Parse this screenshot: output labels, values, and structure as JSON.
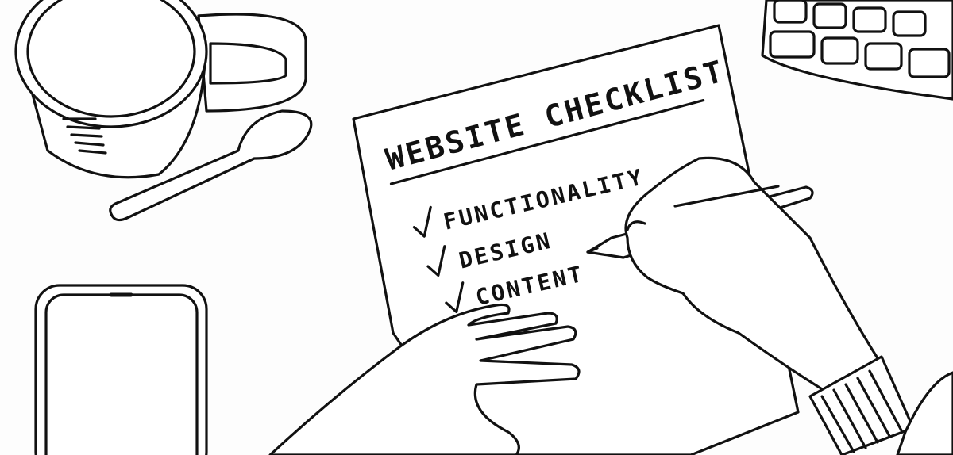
{
  "illustration": {
    "checklist": {
      "title": "WEBSITE CHECKLIST",
      "items": [
        {
          "label": "FUNCTIONALITY",
          "checked": true
        },
        {
          "label": "DESIGN",
          "checked": true
        },
        {
          "label": "CONTENT",
          "checked": true
        }
      ]
    },
    "objects": [
      "coffee-mug",
      "spoon",
      "smartphone",
      "keyboard",
      "pencil",
      "left-hand",
      "right-hand"
    ],
    "colors": {
      "ink": "#111111",
      "paper": "#ffffff",
      "background": "#fdfdfd"
    }
  }
}
